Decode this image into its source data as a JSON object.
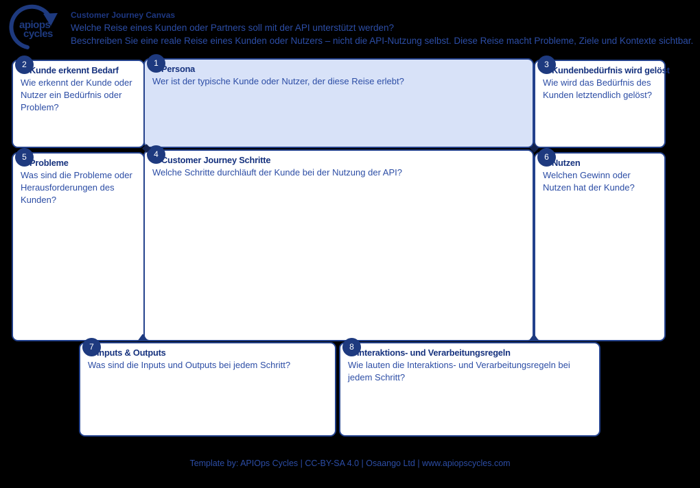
{
  "header": {
    "logo": {
      "line1": "apiops",
      "line2": "cycles"
    },
    "title": "Customer Journey Canvas",
    "subtitle1": "Welche Reise eines Kunden oder Partners soll mit der API unterstützt werden?",
    "subtitle2": "Beschreiben Sie eine reale Reise eines Kunden oder Nutzers – nicht die API-Nutzung selbst. Diese Reise macht Probleme, Ziele und Kontexte sichtbar."
  },
  "colors": {
    "background": "#000000",
    "navy": "#1e3a7f",
    "border": "#23418c",
    "heading_text": "#16327e",
    "body_text": "#2c4da5",
    "persona_fill": "#d8e2f8",
    "box_fill": "#ffffff"
  },
  "boxes": [
    {
      "number": "1",
      "title": "Persona",
      "question": "Wer ist der typische Kunde oder Nutzer, der diese Reise erlebt?"
    },
    {
      "number": "2",
      "title": "Kunde erkennt Bedarf",
      "question": "Wie erkennt der Kunde oder Nutzer ein Bedürfnis oder Problem?"
    },
    {
      "number": "3",
      "title": "Kundenbedürfnis wird gelöst",
      "question": "Wie wird das Bedürfnis des Kunden letztendlich gelöst?"
    },
    {
      "number": "4",
      "title": "Customer Journey Schritte",
      "question": "Welche Schritte durchläuft der Kunde bei der Nutzung der API?"
    },
    {
      "number": "5",
      "title": "Probleme",
      "question": "Was sind die Probleme oder Herausforderungen des Kunden?"
    },
    {
      "number": "6",
      "title": "Nutzen",
      "question": "Welchen Gewinn oder Nutzen hat der Kunde?"
    },
    {
      "number": "7",
      "title": "Inputs & Outputs",
      "question": "Was sind die Inputs und Outputs bei jedem Schritt?"
    },
    {
      "number": "8",
      "title": "Interaktions- und Verarbeitungsregeln",
      "question": "Wie lauten die Interaktions- und Verarbeitungsregeln bei jedem Schritt?"
    }
  ],
  "footer": {
    "text": "Template by: APIOps Cycles | CC-BY-SA 4.0 | Osaango Ltd | www.apiopscycles.com"
  }
}
